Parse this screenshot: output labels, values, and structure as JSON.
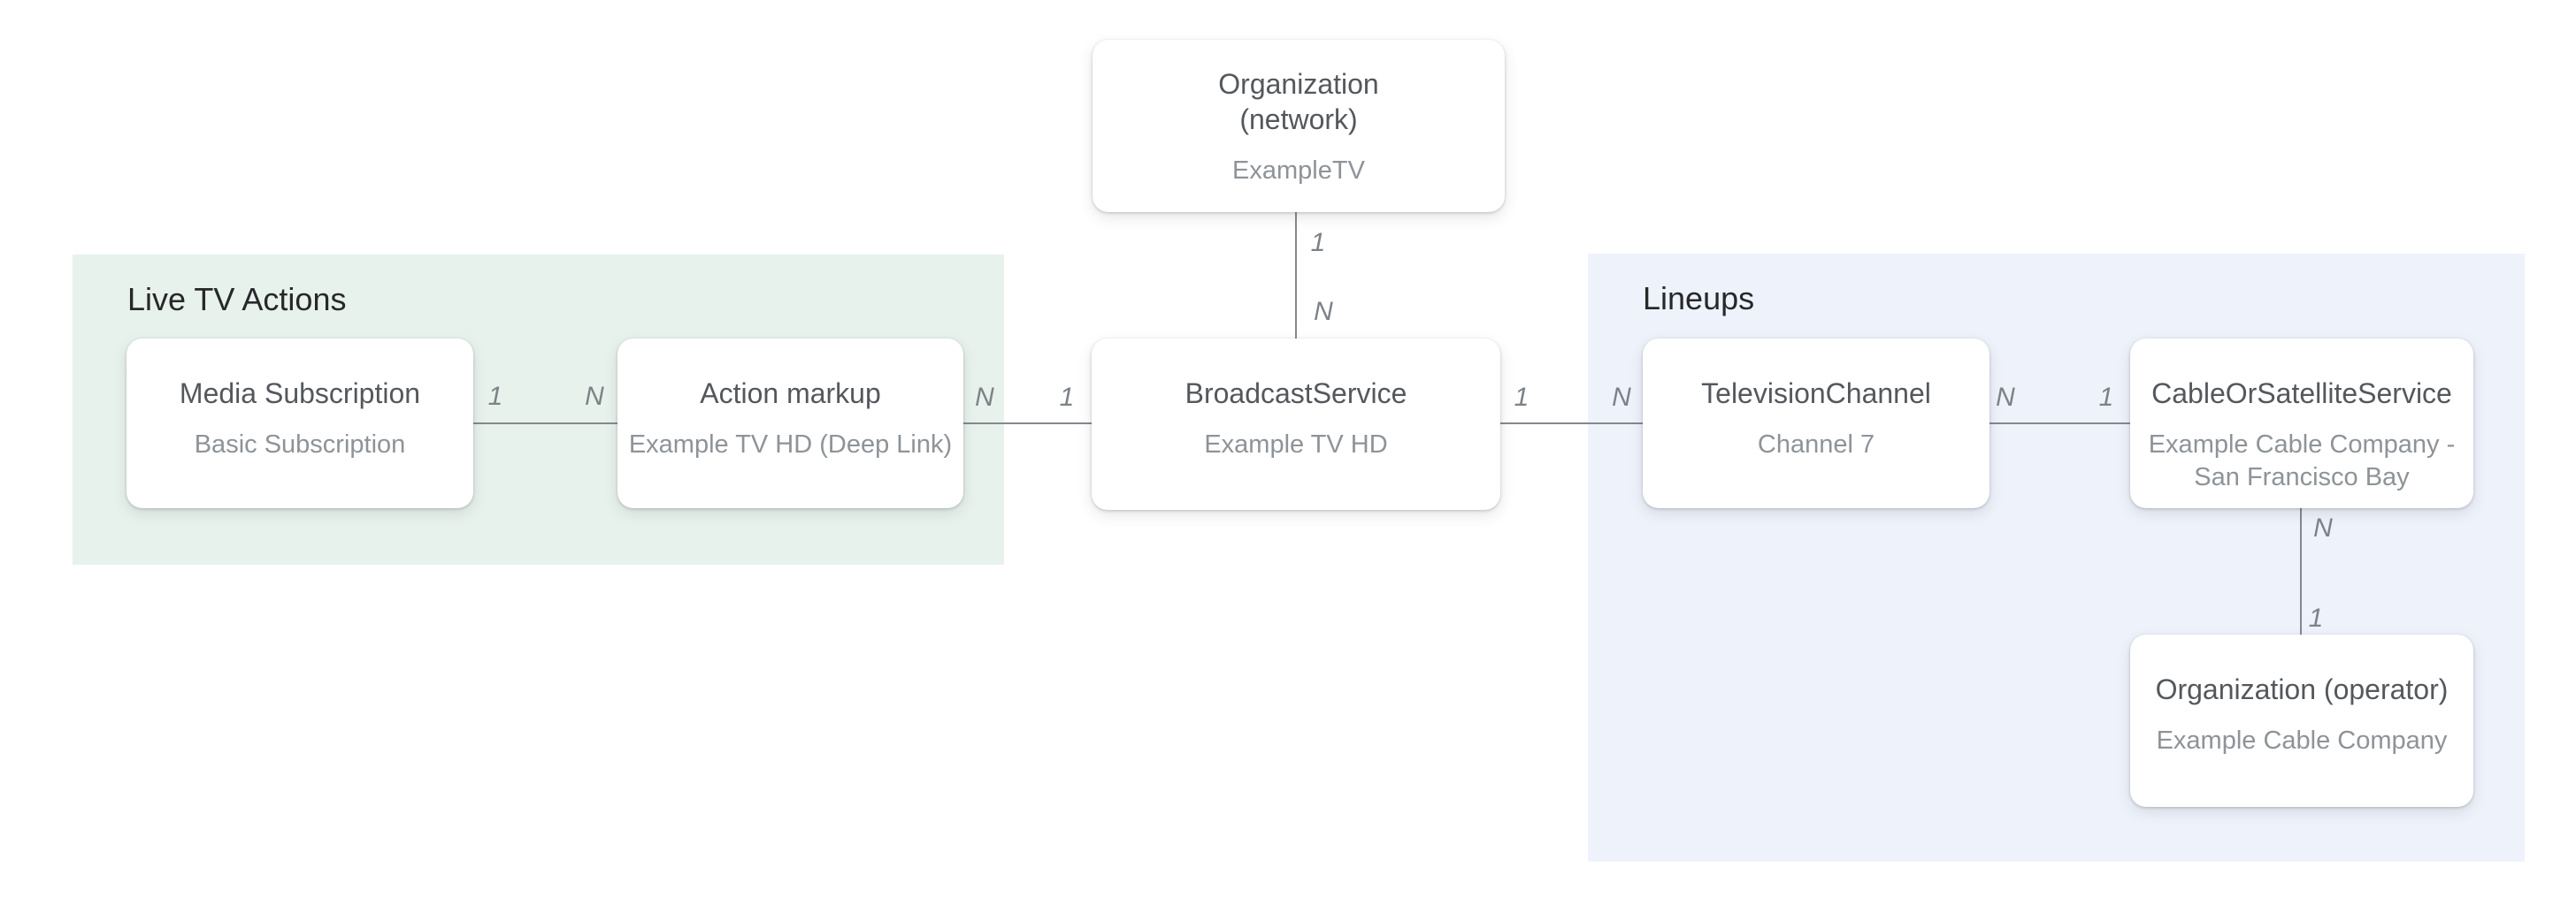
{
  "regions": {
    "live_tv_actions": {
      "label": "Live TV Actions",
      "fill": "#e8f2ec"
    },
    "lineups": {
      "label": "Lineups",
      "fill": "#eef2fb"
    }
  },
  "nodes": {
    "organization_network": {
      "title": "Organization\n(network)",
      "subtitle": "ExampleTV"
    },
    "media_subscription": {
      "title": "Media Subscription",
      "subtitle": "Basic Subscription"
    },
    "action_markup": {
      "title": "Action markup",
      "subtitle": "Example TV HD (Deep Link)"
    },
    "broadcast_service": {
      "title": "BroadcastService",
      "subtitle": "Example TV HD"
    },
    "television_channel": {
      "title": "TelevisionChannel",
      "subtitle": "Channel 7"
    },
    "cable_or_satellite_service": {
      "title": "CableOrSatelliteService",
      "subtitle": "Example Cable Company -\nSan Francisco Bay"
    },
    "organization_operator": {
      "title": "Organization (operator)",
      "subtitle": "Example Cable Company"
    }
  },
  "edges": {
    "network_to_broadcast": {
      "start_label": "1",
      "end_label": "N"
    },
    "media_to_action": {
      "start_label": "1",
      "end_label": "N"
    },
    "action_to_broadcast": {
      "start_label": "N",
      "end_label": "1"
    },
    "broadcast_to_channel": {
      "start_label": "1",
      "end_label": "N"
    },
    "channel_to_cable": {
      "start_label": "N",
      "end_label": "1"
    },
    "cable_to_operator": {
      "start_label": "N",
      "end_label": "1"
    }
  },
  "colors": {
    "background": "#ffffff",
    "live_tv_actions_fill": "#e8f2ec",
    "lineups_fill": "#eef2fb",
    "node_fill": "#ffffff",
    "node_title_text": "#54585d",
    "node_subtitle_text": "#8e9398",
    "region_title_text": "#26282a",
    "edge_line": "#85898e",
    "edge_label_text": "#7d8288"
  }
}
